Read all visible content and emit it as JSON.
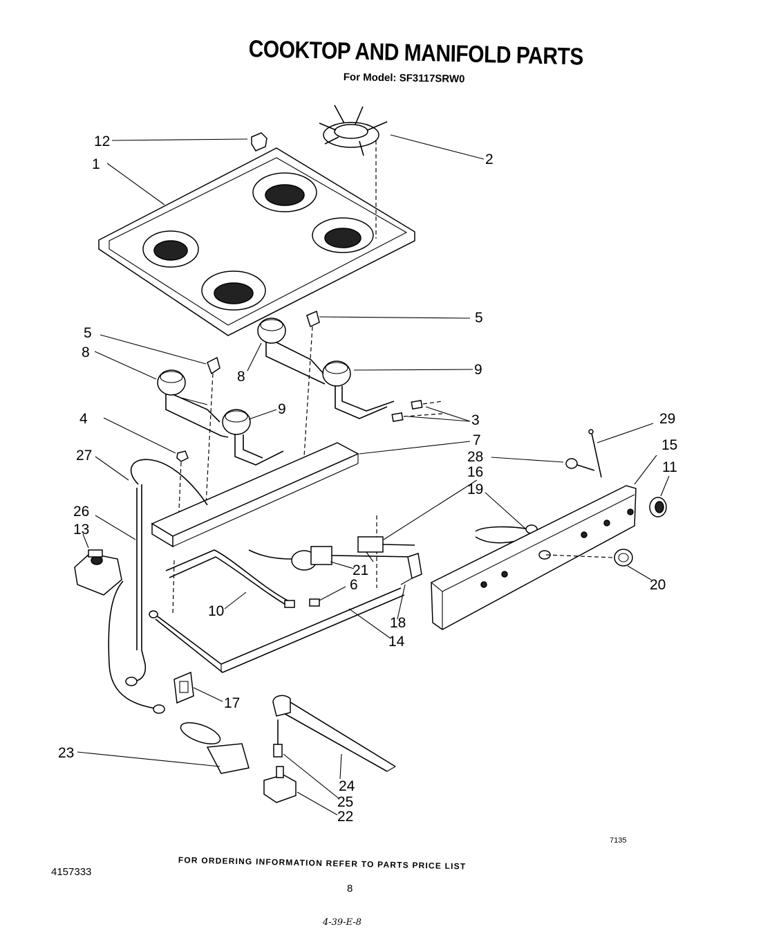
{
  "header": {
    "title": "COOKTOP AND MANIFOLD PARTS",
    "subtitle": "For Model: SF3117SRW0"
  },
  "footer": {
    "ordering_note": "FOR ORDERING INFORMATION REFER TO PARTS PRICE LIST",
    "document_number": "4157333",
    "page_number": "8",
    "figure_code": "7135",
    "handwritten_mark": "4-39-E-8"
  },
  "callouts": [
    "1",
    "2",
    "3",
    "4",
    "5",
    "5",
    "6",
    "7",
    "8",
    "8",
    "9",
    "9",
    "10",
    "11",
    "12",
    "13",
    "14",
    "15",
    "16",
    "17",
    "18",
    "19",
    "20",
    "21",
    "22",
    "23",
    "24",
    "25",
    "26",
    "27",
    "28",
    "29"
  ]
}
